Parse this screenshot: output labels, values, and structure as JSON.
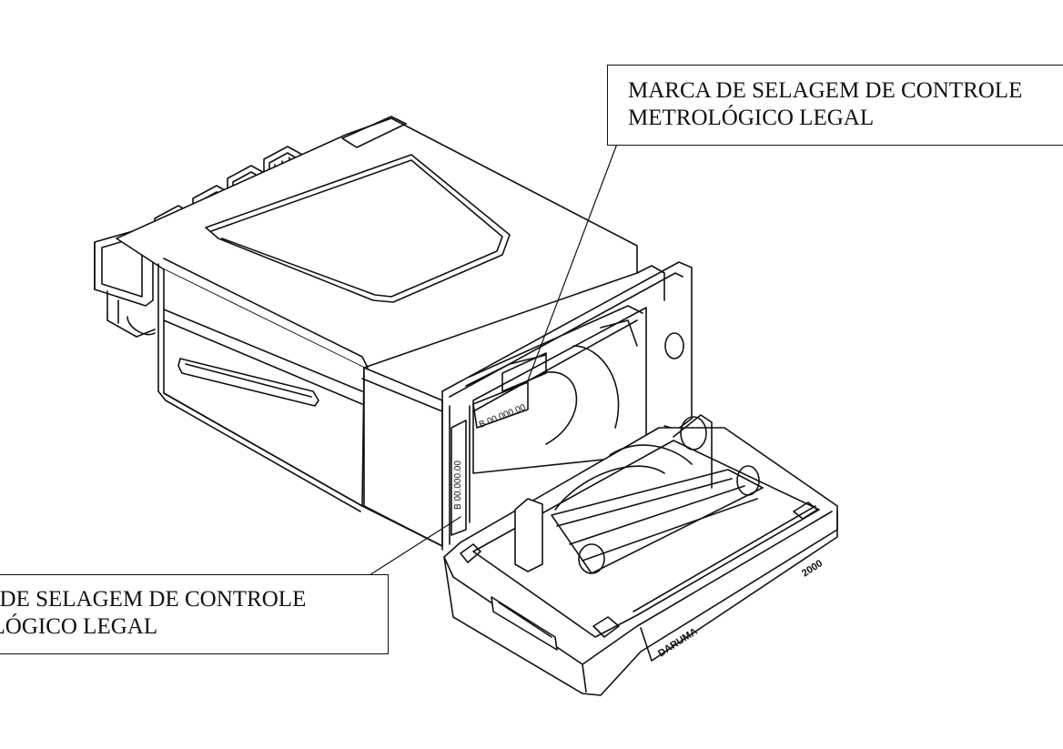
{
  "callouts": {
    "top": {
      "line1": "MARCA DE SELAGEM DE CONTROLE",
      "line2": "METROLÓGICO LEGAL"
    },
    "bottom": {
      "line1": "MARCA DE SELAGEM DE CONTROLE",
      "line2": "METROLÓGICO LEGAL"
    }
  },
  "device": {
    "serial_mark_top": "B 00.000.00",
    "serial_mark_side": "B 00.000.00",
    "brand_plate": "DARUMA",
    "model_plate": "2000"
  },
  "colors": {
    "line": "#111111",
    "fill": "#ffffff",
    "shade": "#f2f2f2"
  }
}
